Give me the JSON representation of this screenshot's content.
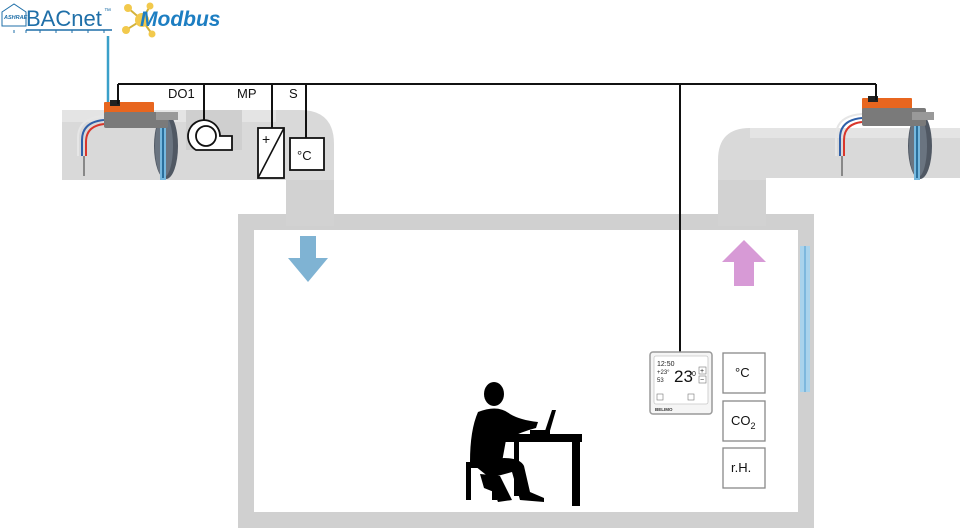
{
  "logos": {
    "bacnet": "BACnet",
    "bacnet_badge": "ASHRAE",
    "bacnet_tm": "™",
    "modbus": "Modbus"
  },
  "signals": {
    "do1": "DO1",
    "mp": "MP",
    "s": "S"
  },
  "duct_sensor": {
    "unit": "°C",
    "transducer_symbol": "+"
  },
  "room_sensors": {
    "temperature": "°C",
    "co2": "CO",
    "co2_sub": "2",
    "humidity": "r.H."
  },
  "thermostat": {
    "time": "12:50",
    "temp_small": "+23°",
    "hum_small": "53",
    "setpoint": "23",
    "setpoint_decimal": "0",
    "plus": "+",
    "minus": "−",
    "brand": "BELIMO"
  },
  "colors": {
    "supply_arrow": "#7fb3d3",
    "exhaust_arrow": "#d79ad6",
    "actuator": "#e8661f",
    "duct": "#d9d9d9",
    "room_wall": "#d0d0d0",
    "bus_line": "#111111",
    "bacnet_cable": "#3aa0c9",
    "window": "#a9d3ec"
  },
  "icons": [
    "fan-icon",
    "transducer-icon",
    "person-at-desk-icon",
    "supply-air-arrow-icon",
    "exhaust-air-arrow-icon",
    "damper-actuator-icon",
    "window-icon"
  ]
}
